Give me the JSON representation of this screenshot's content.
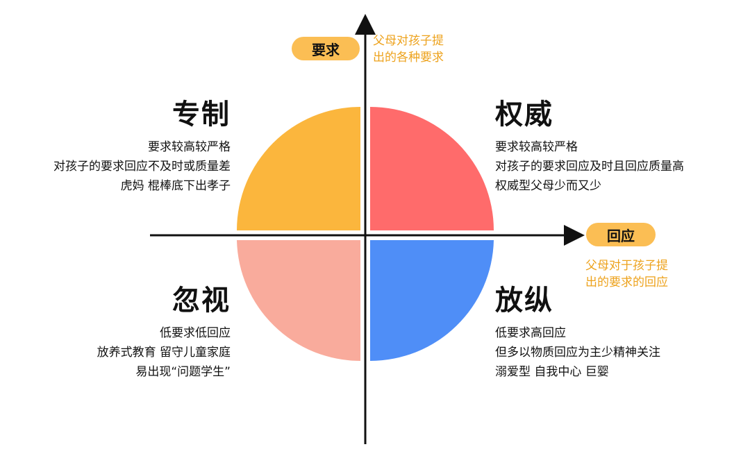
{
  "axes": {
    "vertical": {
      "label": "要求",
      "note_lines": [
        "父母对孩子提",
        "出的各种要求"
      ]
    },
    "horizontal": {
      "label": "回应",
      "note_lines": [
        "父母对于孩子提",
        "出的要求的回应"
      ]
    }
  },
  "colors": {
    "authoritarian": "#FBB63D",
    "authoritative": "#FF6B6B",
    "neglectful": "#F9AB9C",
    "permissive": "#4F8EF7",
    "pill": "#FBBE54",
    "note": "#EDA21C",
    "axis": "#111111"
  },
  "quadrants": {
    "authoritarian": {
      "title": "专制",
      "lines": [
        "要求较高较严格",
        "对孩子的要求回应不及时或质量差",
        "虎妈 棍棒底下出孝子"
      ]
    },
    "authoritative": {
      "title": "权威",
      "lines": [
        "要求较高较严格",
        "对孩子的要求回应及时且回应质量高",
        "权威型父母少而又少"
      ]
    },
    "neglectful": {
      "title": "忽视",
      "lines": [
        "低要求低回应",
        "放养式教育 留守儿童家庭",
        "易出现“问题学生”"
      ]
    },
    "permissive": {
      "title": "放纵",
      "lines": [
        "低要求高回应",
        "但多以物质回应为主少精神关注",
        "溺爱型 自我中心 巨婴"
      ]
    }
  }
}
